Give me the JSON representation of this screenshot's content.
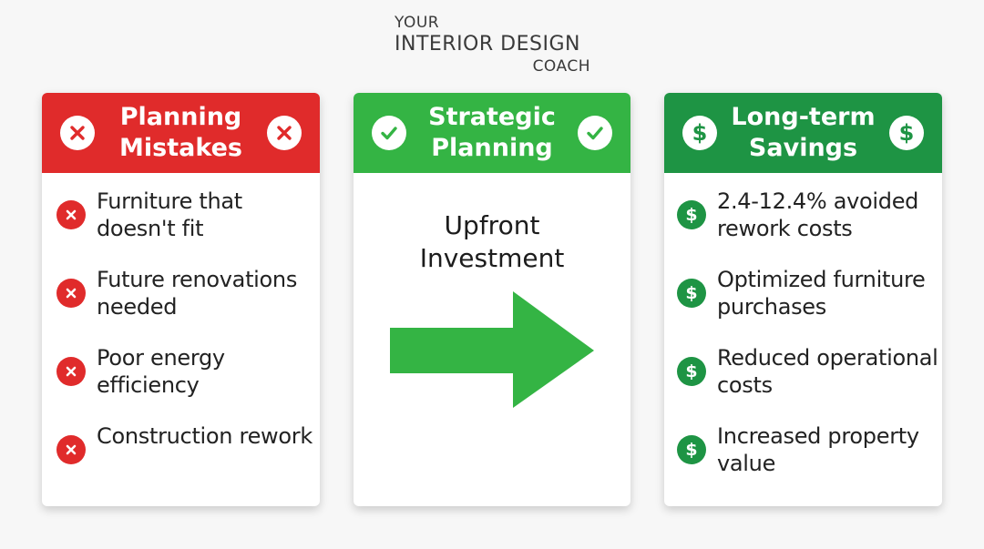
{
  "brand": {
    "line1": "YOUR",
    "line2": "INTERIOR DESIGN",
    "line3": "COACH"
  },
  "colors": {
    "red": "#e02b2b",
    "bright_green": "#34b444",
    "dark_green": "#1e9444"
  },
  "cards": [
    {
      "title": "Planning Mistakes",
      "icon": "x-circle-icon",
      "items": [
        {
          "text": "Furniture that doesn't fit",
          "icon": "x-circle-icon"
        },
        {
          "text": "Future renovations needed",
          "icon": "x-circle-icon"
        },
        {
          "text": "Poor energy efficiency",
          "icon": "x-circle-icon"
        },
        {
          "text": "Construction rework",
          "icon": "x-circle-icon"
        }
      ]
    },
    {
      "title": "Strategic Planning",
      "icon": "check-circle-icon",
      "body_text": "Upfront Investment",
      "arrow": "right-arrow-icon"
    },
    {
      "title": "Long-term Savings",
      "icon": "dollar-circle-icon",
      "items": [
        {
          "text": "2.4-12.4% avoided rework costs",
          "icon": "dollar-circle-icon"
        },
        {
          "text": "Optimized furniture purchases",
          "icon": "dollar-circle-icon"
        },
        {
          "text": "Reduced operational costs",
          "icon": "dollar-circle-icon"
        },
        {
          "text": "Increased property value",
          "icon": "dollar-circle-icon"
        }
      ]
    }
  ]
}
